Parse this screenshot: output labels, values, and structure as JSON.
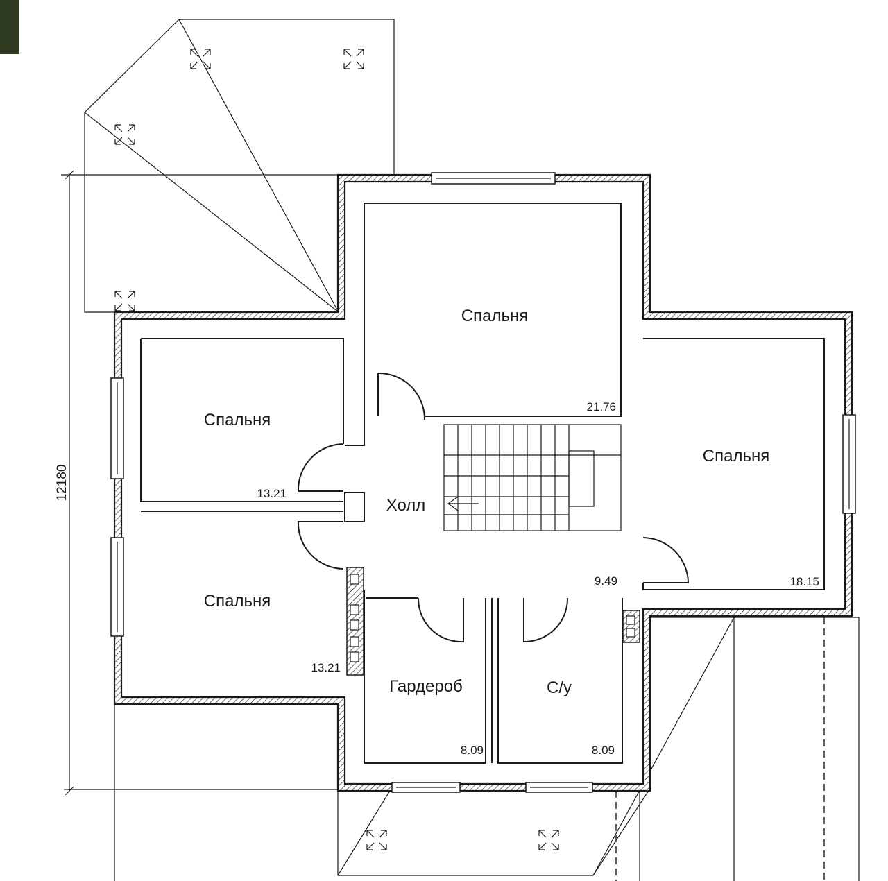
{
  "drawing": {
    "overall_dimension": "12180"
  },
  "rooms": [
    {
      "name": "Спальня",
      "area": "21.76"
    },
    {
      "name": "Спальня",
      "area": "13.21"
    },
    {
      "name": "Спальня",
      "area": "13.21"
    },
    {
      "name": "Спальня",
      "area": "18.15"
    },
    {
      "name": "Холл",
      "area": "9.49"
    },
    {
      "name": "Гардероб",
      "area": "8.09"
    },
    {
      "name": "С/у",
      "area": "8.09"
    }
  ],
  "icons": {
    "skylight": "expand-arrows-icon"
  },
  "colors": {
    "line": "#1a1a1a",
    "background": "#ffffff"
  }
}
